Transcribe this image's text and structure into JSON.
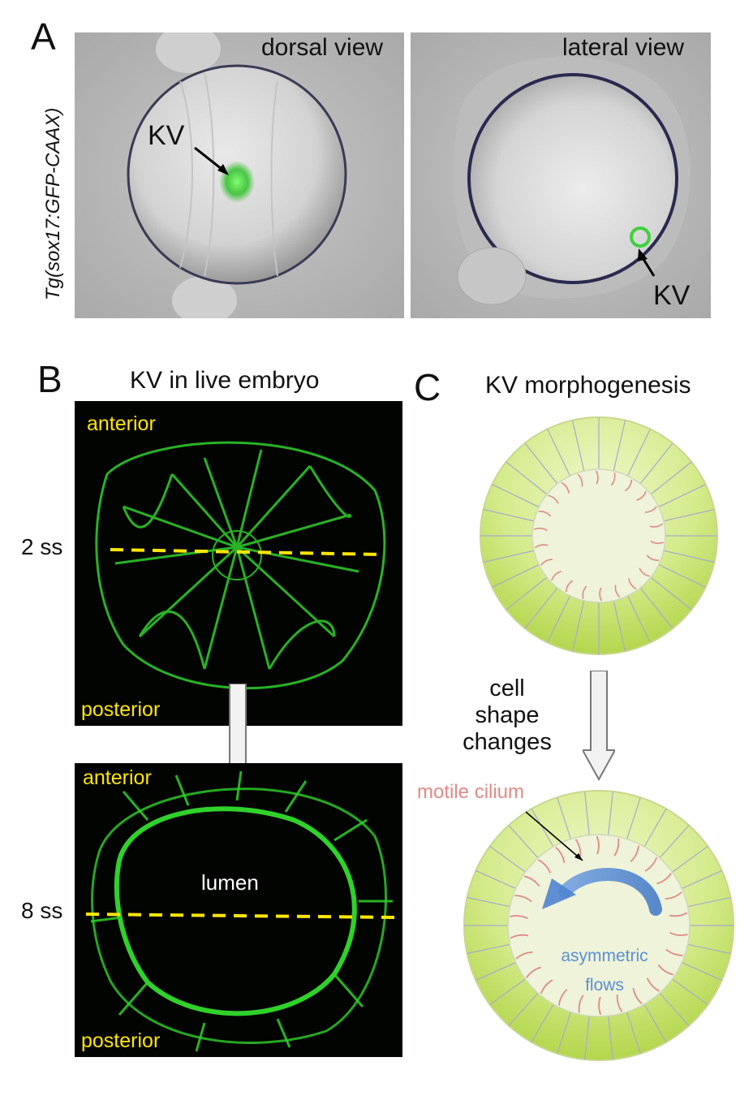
{
  "panel_a": {
    "letter": "A",
    "genotype_label": "Tg(sox17:GFP-CAAX)",
    "dorsal": {
      "view_label": "dorsal view",
      "kv_label": "KV"
    },
    "lateral": {
      "view_label": "lateral view",
      "kv_label": "KV"
    }
  },
  "panel_b": {
    "letter": "B",
    "title": "KV in live embryo",
    "top_image": {
      "stage": "2 ss",
      "anterior": "anterior",
      "posterior": "posterior"
    },
    "bottom_image": {
      "stage": "8 ss",
      "anterior": "anterior",
      "posterior": "posterior",
      "lumen": "lumen"
    }
  },
  "panel_c": {
    "letter": "C",
    "title": "KV morphogenesis",
    "transition_label_lines": [
      "cell",
      "shape",
      "changes"
    ],
    "cilium_label": "motile cilium",
    "flow_label_lines": [
      "asymmetric",
      "flows"
    ]
  },
  "colors": {
    "gfp_green": "#3dd13a",
    "annotation_yellow": "#ffe600",
    "cell_ring_green": "#c9e46a",
    "lumen_fill": "#eef3d9",
    "cilium_pink": "#e08a86",
    "flow_blue": "#5b8fd6"
  }
}
